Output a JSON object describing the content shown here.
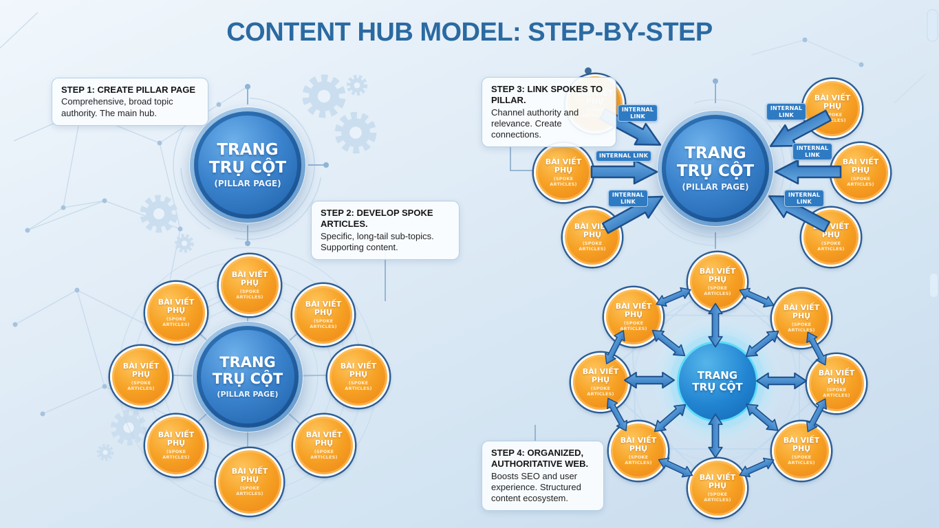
{
  "header": {
    "title": "CONTENT HUB MODEL: STEP-BY-STEP"
  },
  "steps": [
    {
      "heading": "STEP 1: CREATE PILLAR PAGE",
      "body": "Comprehensive, broad topic authority. The main hub."
    },
    {
      "heading": "STEP 2: DEVELOP SPOKE ARTICLES.",
      "body": "Specific, long-tail sub-topics. Supporting content."
    },
    {
      "heading": "STEP 3: LINK SPOKES TO PILLAR.",
      "body": "Channel authority and relevance. Create connections."
    },
    {
      "heading": "STEP 4: ORGANIZED, AUTHORITATIVE WEB.",
      "body": "Boosts SEO and user experience. Structured content ecosystem."
    }
  ],
  "nodes": {
    "pillar": {
      "title": "TRANG TRỤ CỘT",
      "subtitle": "(PILLAR PAGE)"
    },
    "pillar_step4": {
      "title": "TRANG TRỤ CỘT"
    },
    "spoke": {
      "title": "BÀI VIẾT PHỤ",
      "subtitle": "(SPOKE ARTICLES)"
    }
  },
  "labels": {
    "internal_link": "INTERNAL LINK"
  },
  "colors": {
    "title_blue": "#2b6aa1",
    "pillar_blue": "#2a72c0",
    "pillar_ring_dark": "#1e5fa0",
    "spoke_orange": "#f59d1f",
    "spoke_outline_navy": "#2d5e94",
    "arrow_blue": "#3f86cc",
    "arrow_outline": "#1d4f8a",
    "badge_blue": "#2f7bc3",
    "hub_glow_cyan": "#5ddcf9",
    "background_light_blue": "#d9e8f5"
  }
}
